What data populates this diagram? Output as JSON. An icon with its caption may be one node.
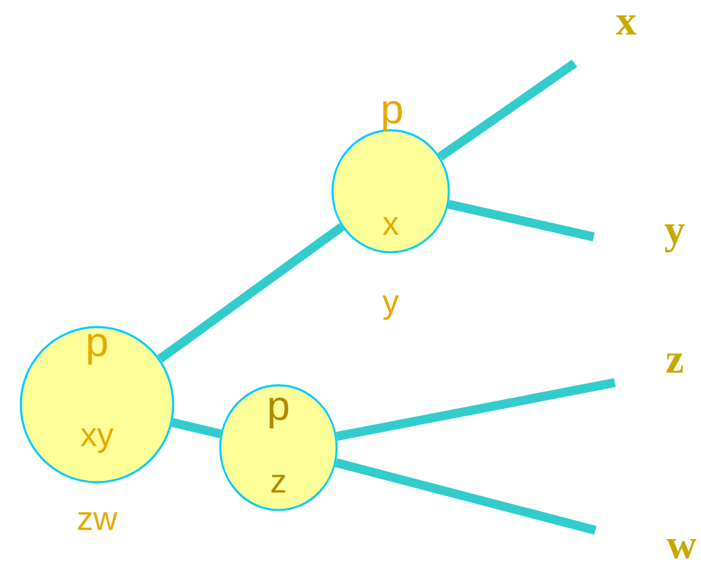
{
  "diagram": {
    "nodes": [
      {
        "text": [
          "p",
          "xy"
        ],
        "beside": [
          "zw"
        ]
      },
      {
        "text": [
          "p",
          "x"
        ],
        "beside": [
          "y"
        ]
      },
      {
        "text": [
          "p",
          "z"
        ]
      },
      {
        "text": [
          "x"
        ]
      },
      {
        "text": [
          "y"
        ]
      },
      {
        "text": [
          "z"
        ]
      },
      {
        "text": [
          "w"
        ]
      }
    ],
    "edges": [
      {
        "from": 0,
        "to": 1,
        "arrow": "none"
      },
      {
        "from": 0,
        "to": 2,
        "arrow": "none"
      },
      {
        "from": 1,
        "to": 3,
        "arrow": "none"
      },
      {
        "from": 1,
        "to": 4,
        "arrow": "none"
      },
      {
        "from": 2,
        "to": 5,
        "arrow": "none"
      },
      {
        "from": 2,
        "to": 6,
        "arrow": "none"
      }
    ]
  }
}
